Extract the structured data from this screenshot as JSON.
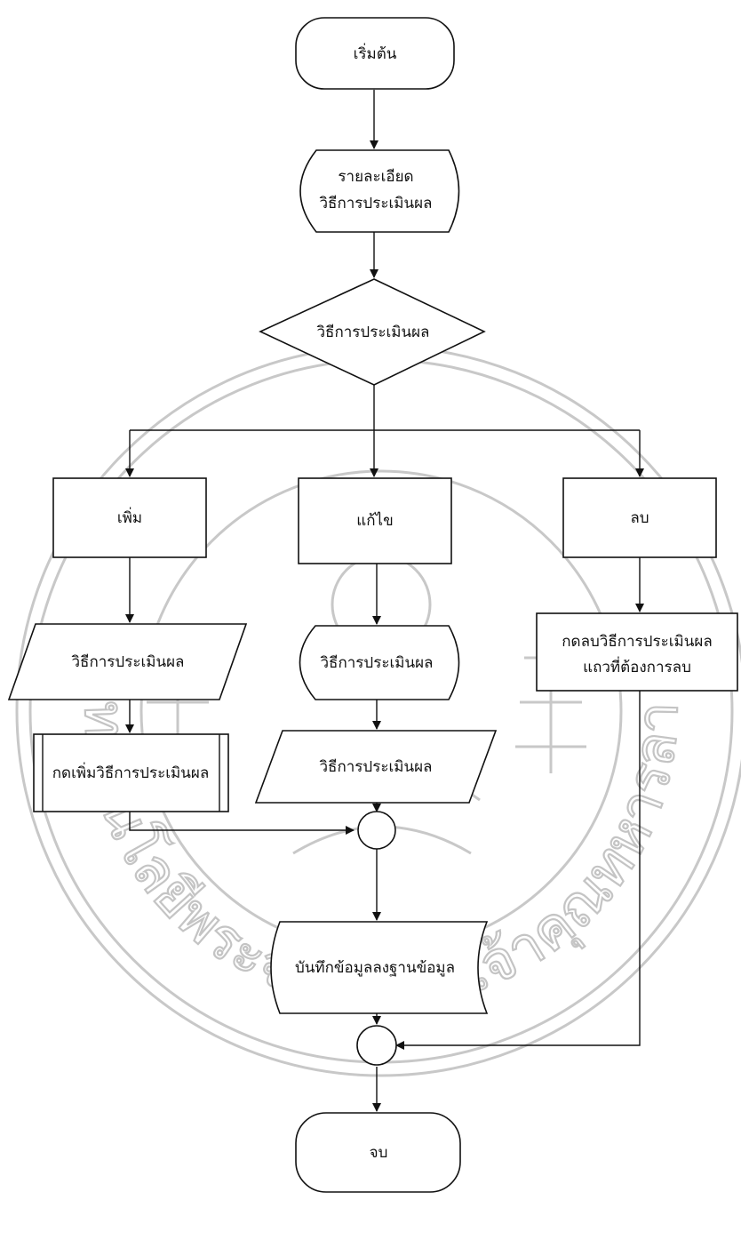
{
  "flowchart": {
    "start": "เริ่มต้น",
    "details": [
      "รายละเอียด",
      "วิธีการประเมินผล"
    ],
    "decision": "วิธีการประเมินผล",
    "add": "เพิ่ม",
    "edit": "แก้ไข",
    "delete": "ลบ",
    "add_input": "วิธีการประเมินผล",
    "add_process": "กดเพิ่มวิธีการประเมินผล",
    "edit_display": "วิธีการประเมินผล",
    "edit_input": "วิธีการประเมินผล",
    "delete_process": [
      "กดลบวิธีการประเมินผล",
      "แถวที่ต้องการลบ"
    ],
    "save": "บันทึกข้อมูลลงฐานข้อมูล",
    "end": "จบ"
  },
  "watermark": {
    "arc_text": "สถาบันเทคโนโลยีพระจอมเกล้าเจ้าคุณทหารลาดกระบัง"
  }
}
